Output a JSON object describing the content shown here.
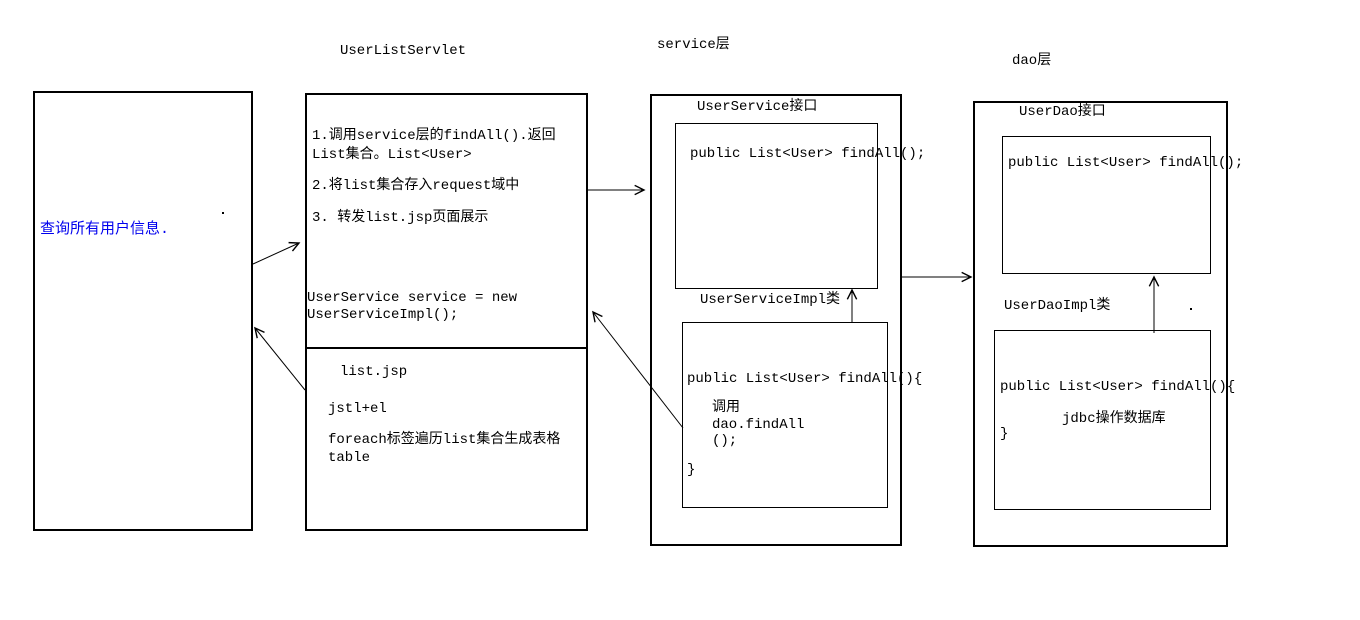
{
  "labels": {
    "servlet_title": "UserListServlet",
    "service_layer": "service层",
    "dao_layer": "dao层"
  },
  "left_box": {
    "text": "查询所有用户信息.",
    "text_color": "#0000ee"
  },
  "servlet_box": {
    "step1": "1.调用service层的findAll().返回List集合。List<User>",
    "step2": "2.将list集合存入request域中",
    "step3": "3. 转发list.jsp页面展示",
    "code": "UserService service = new UserServiceImpl();",
    "jsp_title": "list.jsp",
    "jsp_line1": "jstl+el",
    "jsp_line2": "foreach标签遍历list集合生成表格table"
  },
  "service_box": {
    "interface_label": "UserService接口",
    "interface_code": "public List<User> findAll();",
    "impl_label": "UserServiceImpl类",
    "impl_code_lines": [
      "public List<User> findAll(){",
      "调用",
      "dao.findAll",
      "();",
      "}"
    ]
  },
  "dao_box": {
    "interface_label": "UserDao接口",
    "interface_code": "public List<User> findAll();",
    "impl_label": "UserDaoImpl类",
    "impl_code_lines": [
      "public List<User> findAll(){",
      "jdbc操作数据库",
      "}"
    ]
  }
}
